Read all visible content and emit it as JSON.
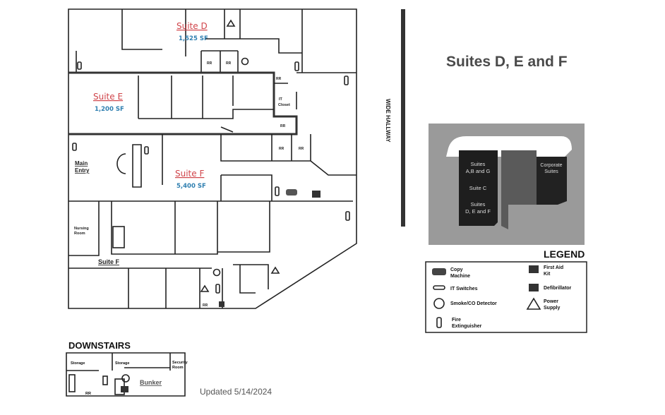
{
  "title": "Suites D, E and F",
  "hallway_label": "WIDE HALLWAY",
  "updated": "Updated 5/14/2024",
  "suites": {
    "d": {
      "name": "Suite D",
      "sf": "1,525 SF"
    },
    "e": {
      "name": "Suite E",
      "sf": "1,200 SF"
    },
    "f": {
      "name": "Suite F",
      "sf": "5,400 SF"
    },
    "f_corridor": "Suite F"
  },
  "rooms": {
    "main_entry_1": "Main",
    "main_entry_2": "Entry",
    "nursing_1": "Nursing",
    "nursing_2": "Room",
    "it_1": "IT",
    "it_2": "Closet",
    "rr": "RR"
  },
  "aerial": {
    "suites_abg_1": "Suites",
    "suites_abg_2": "A,B and G",
    "suite_c": "Suite C",
    "suites_def_1": "Suites",
    "suites_def_2": "D, E and F",
    "corporate_1": "Corporate",
    "corporate_2": "Suites"
  },
  "legend": {
    "title": "LEGEND",
    "items": [
      {
        "icon": "copy-machine-icon",
        "line1": "Copy",
        "line2": "Machine"
      },
      {
        "icon": "it-switch-icon",
        "line1": "IT Switches",
        "line2": ""
      },
      {
        "icon": "smoke-detector-icon",
        "line1": "Smoke/CO Detector",
        "line2": ""
      },
      {
        "icon": "fire-extinguisher-icon",
        "line1": "Fire",
        "line2": "Extinguisher"
      },
      {
        "icon": "first-aid-kit-icon",
        "line1": "First Aid",
        "line2": "Kit"
      },
      {
        "icon": "defibrillator-icon",
        "line1": "Defibrillator",
        "line2": ""
      },
      {
        "icon": "power-supply-icon",
        "line1": "Power",
        "line2": "Supply"
      }
    ]
  },
  "downstairs": {
    "title": "DOWNSTAIRS",
    "storage_1": "Storage",
    "storage_2": "Storage",
    "security_1": "Security",
    "security_2": "Room",
    "bunker": "Bunker",
    "rr": "RR"
  },
  "colors": {
    "suite_name": "#d0444a",
    "suite_sf": "#2f7fb0",
    "title": "#4a4a4a"
  }
}
